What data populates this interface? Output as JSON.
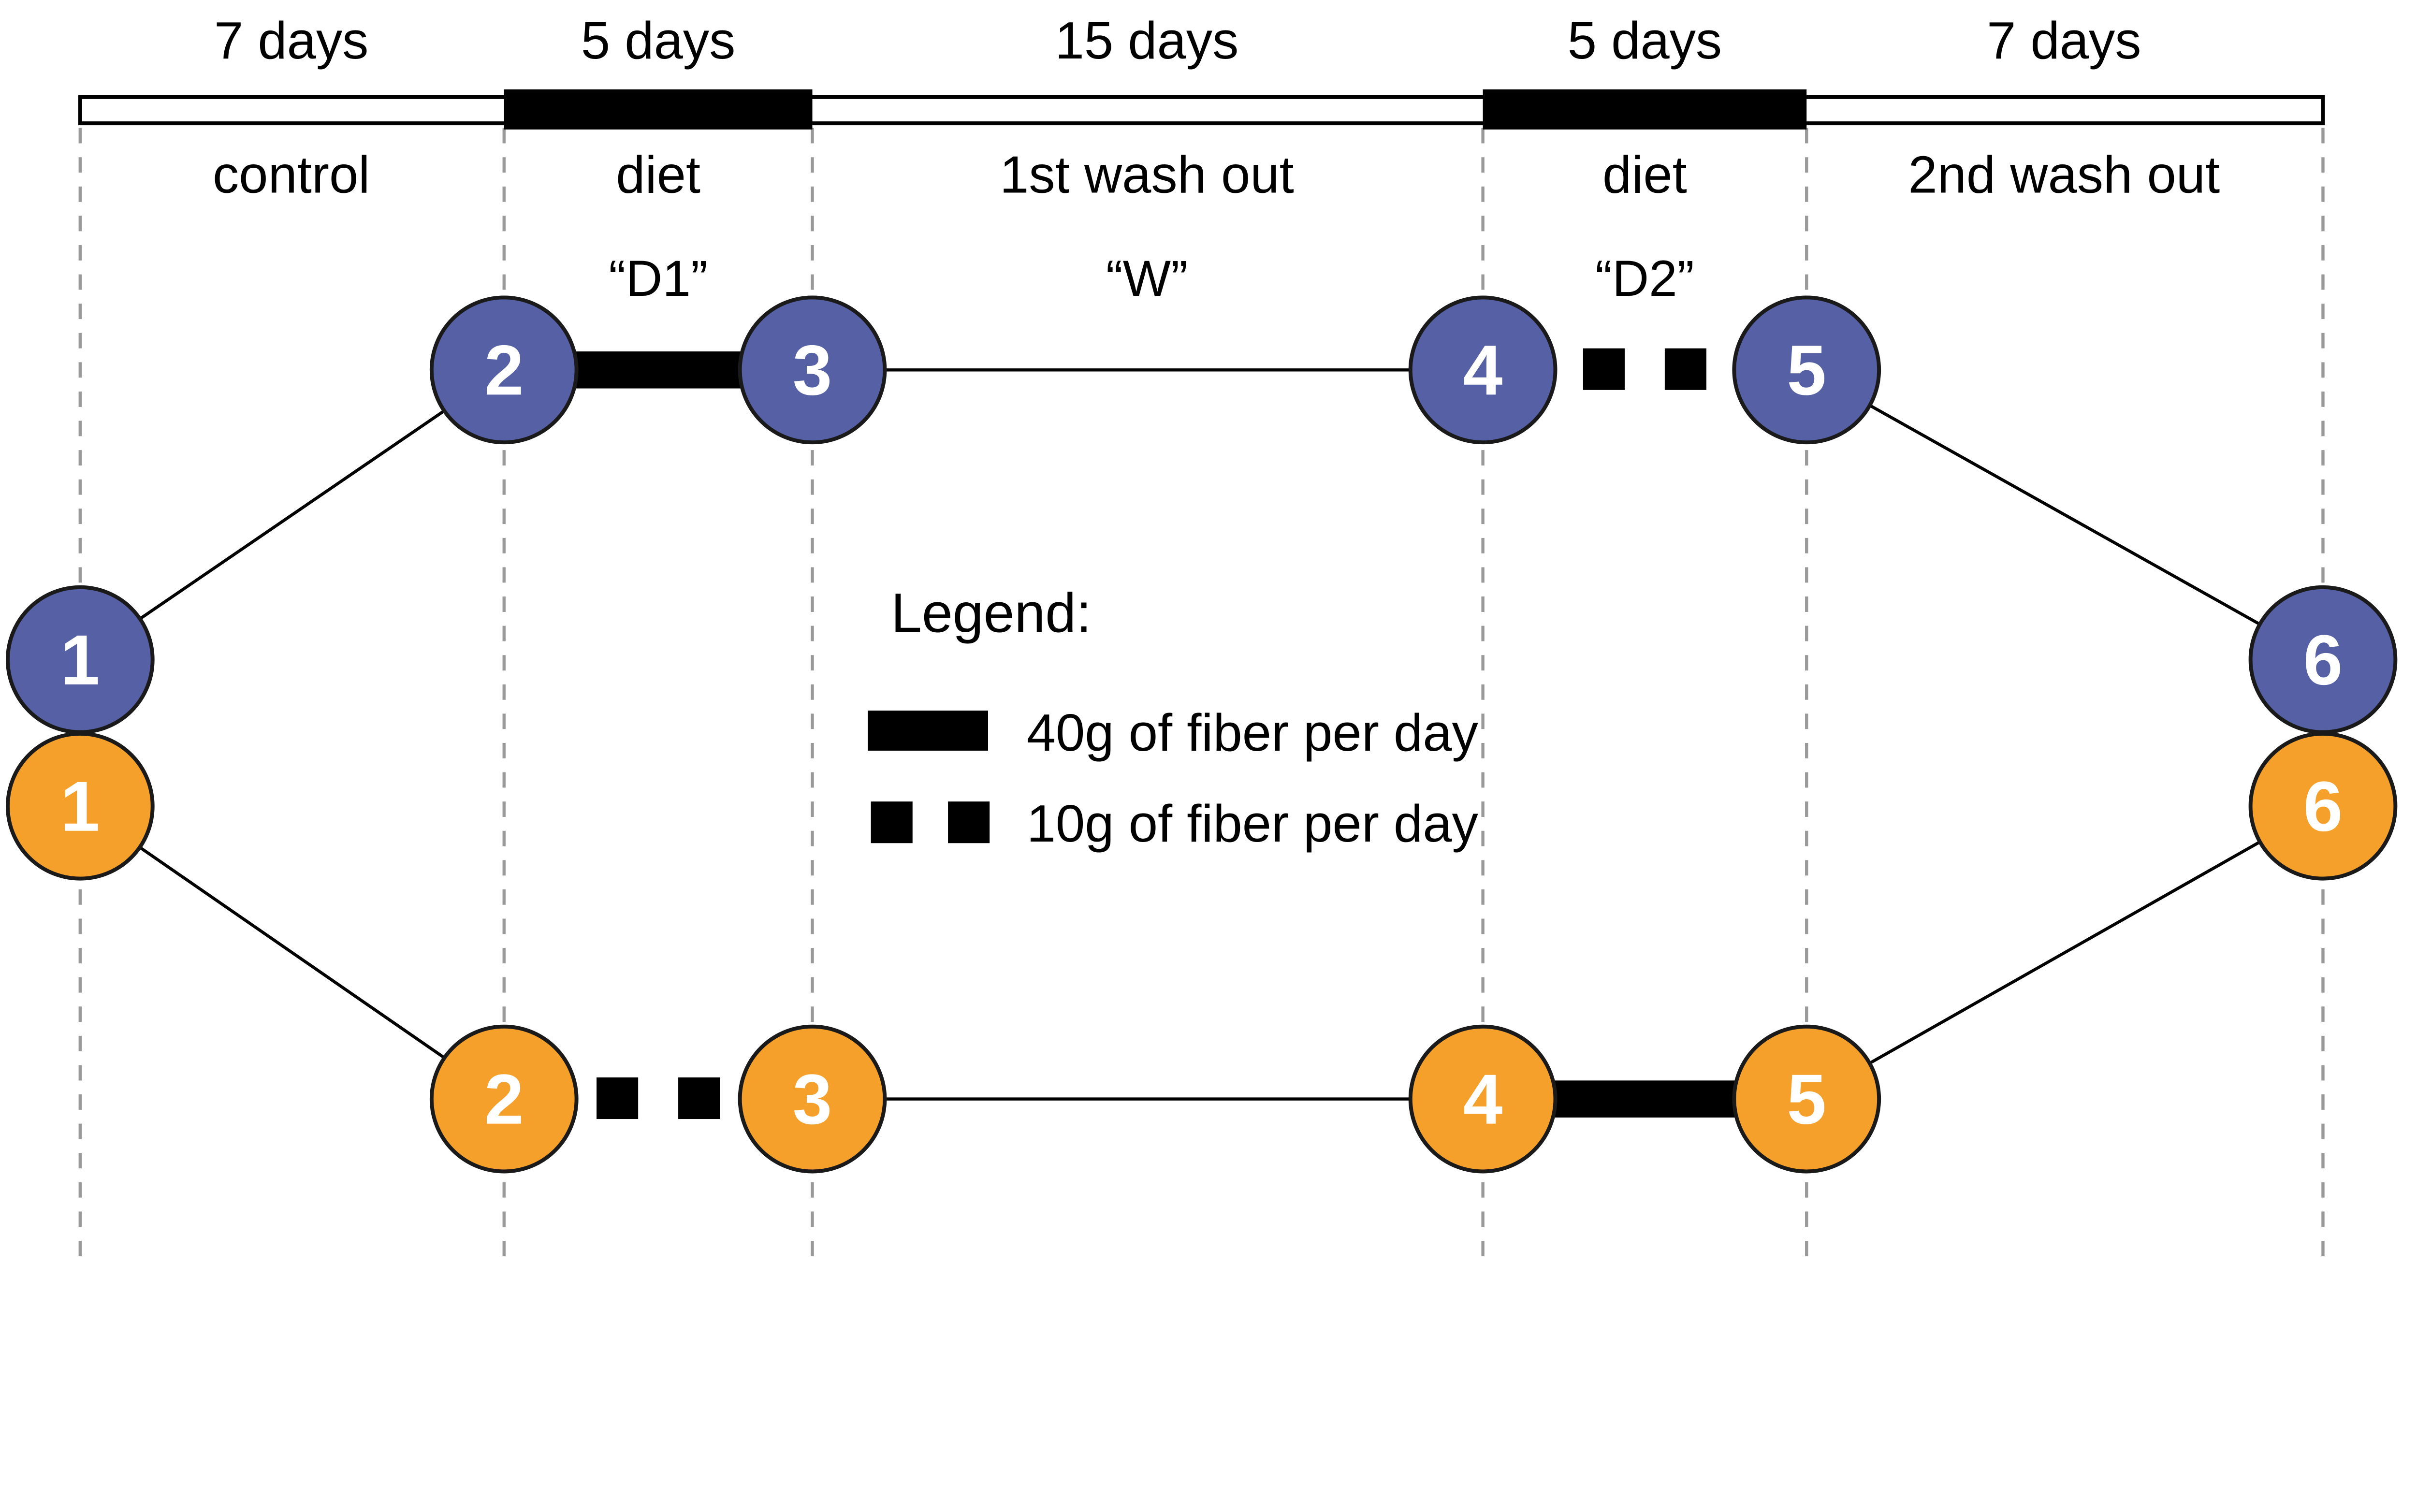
{
  "phases": [
    {
      "duration": "7 days",
      "label": "control",
      "code": ""
    },
    {
      "duration": "5 days",
      "label": "diet",
      "code": "“D1”"
    },
    {
      "duration": "15 days",
      "label": "1st wash out",
      "code": "“W”"
    },
    {
      "duration": "5 days",
      "label": "diet",
      "code": "“D2”"
    },
    {
      "duration": "7 days",
      "label": "2nd wash out",
      "code": ""
    }
  ],
  "arms": {
    "top": {
      "color": "#5560A5",
      "nodes": [
        "1",
        "2",
        "3",
        "4",
        "5",
        "6"
      ]
    },
    "bottom": {
      "color": "#F6A02C",
      "nodes": [
        "1",
        "2",
        "3",
        "4",
        "5",
        "6"
      ]
    }
  },
  "legend": {
    "title": "Legend:",
    "items": [
      {
        "swatch": "solid-thick-bar",
        "label": "40g of fiber per day"
      },
      {
        "swatch": "two-dashed-squares",
        "label": "10g of fiber per day"
      }
    ]
  },
  "colors": {
    "top_arm": "#5560A5",
    "bottom_arm": "#F6A02C",
    "diet_segment": "#000000",
    "gridline": "#999999",
    "node_text": "#FFFFFF"
  }
}
